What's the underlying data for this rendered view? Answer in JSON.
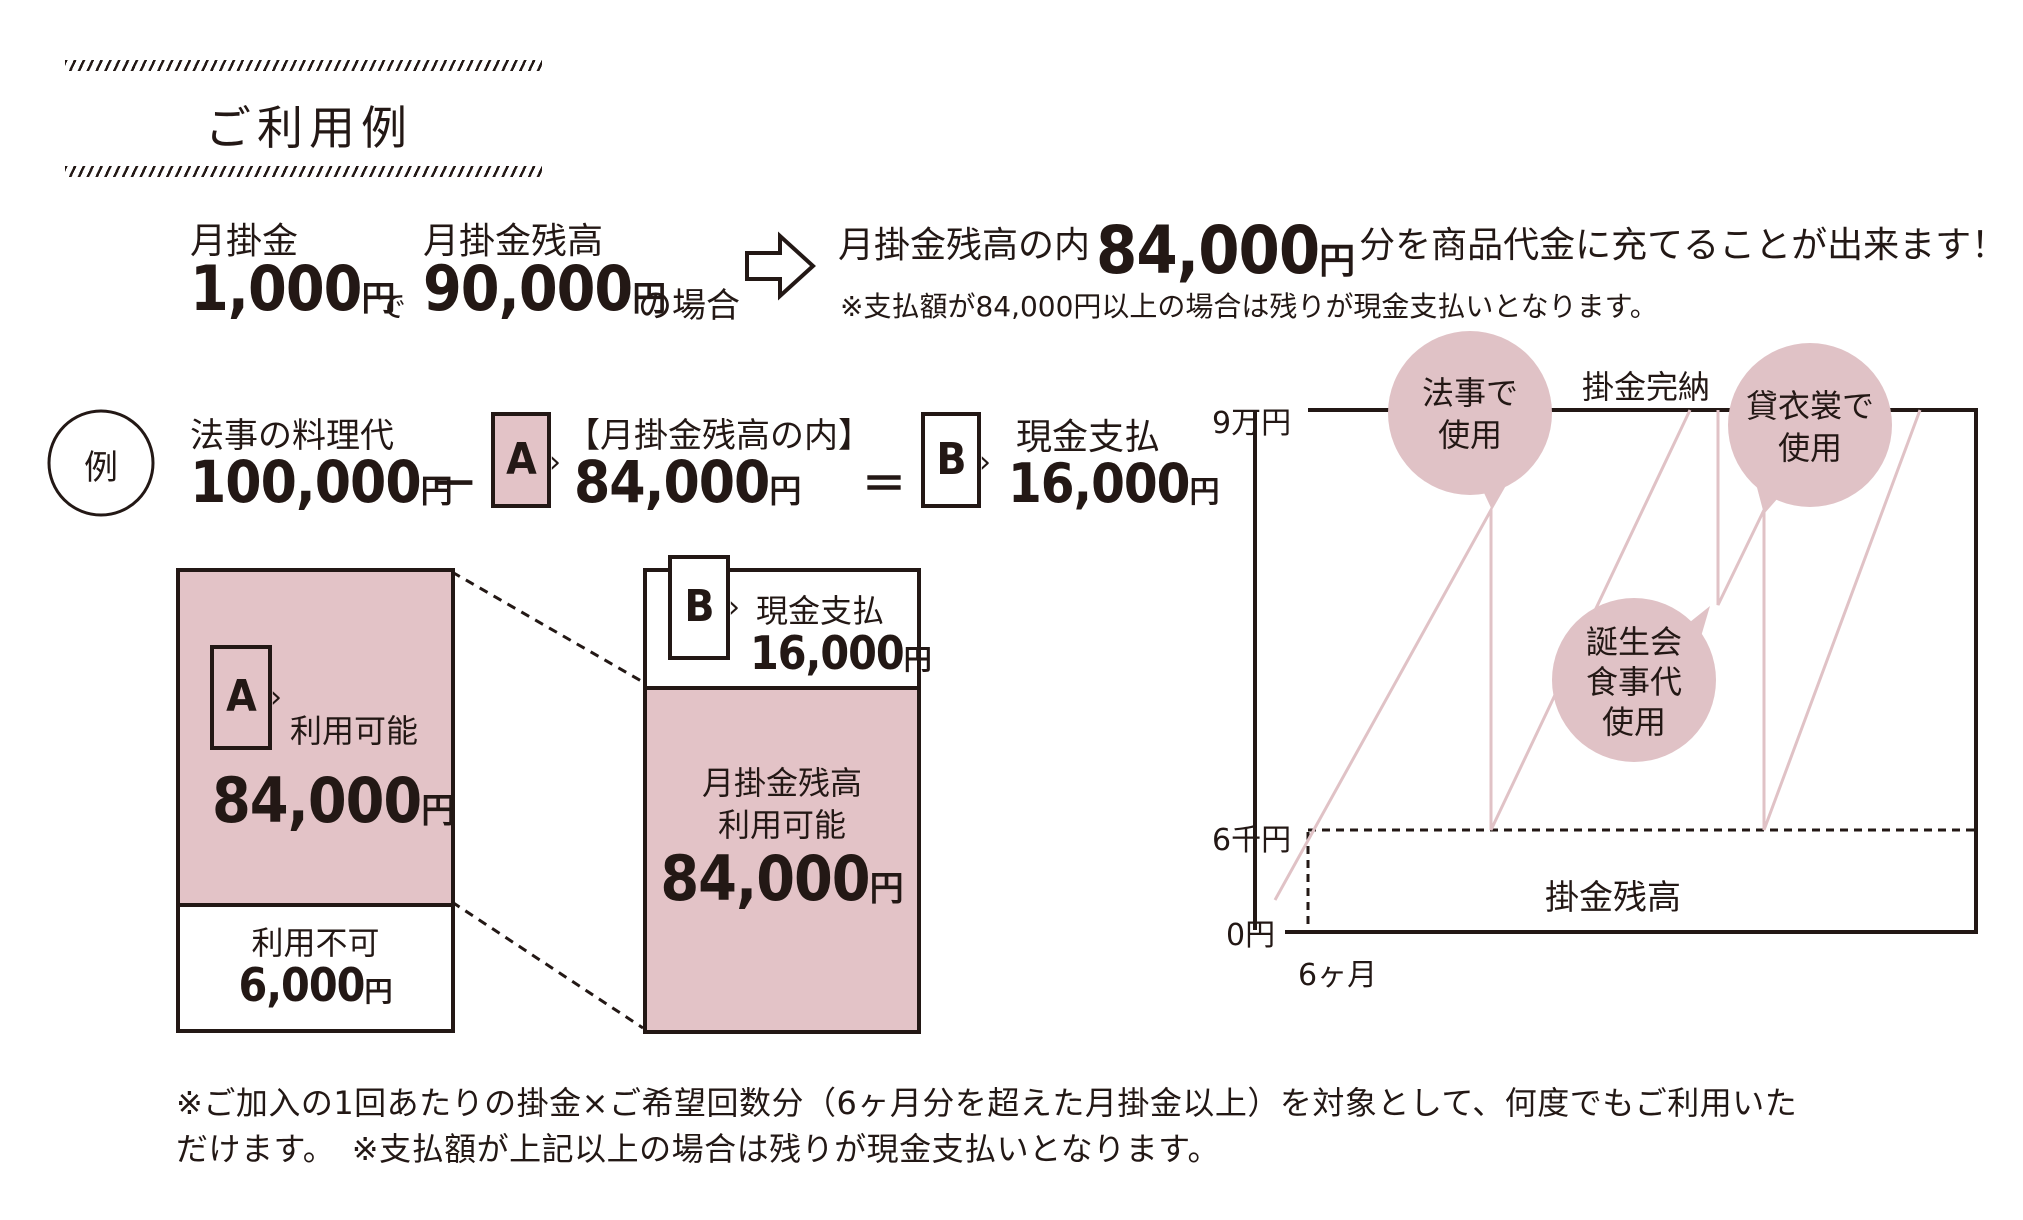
{
  "section_title": "ご利用例",
  "intro": {
    "monthly_label": "月掛金",
    "monthly_amount": "1,000",
    "yen": "円",
    "de": "で",
    "balance_label": "月掛金残高",
    "balance_amount": "90,000",
    "case_suffix": "の場合",
    "result_prefix": "月掛金残高の内",
    "result_amount": "84,000",
    "result_suffix": "分を商品代金に充てることが出来ます！",
    "note": "※支払額が84,000円以上の場合は残りが現金支払いとなります。"
  },
  "example": {
    "badge": "例",
    "item_label": "法事の料理代",
    "item_amount": "100,000",
    "minus": "－",
    "equals": "＝",
    "a_letter": "A",
    "b_letter": "B",
    "a_label": "【月掛金残高の内】",
    "a_amount": "84,000",
    "b_label": "現金支払",
    "b_amount": "16,000"
  },
  "left_bar": {
    "a_letter": "A",
    "available_label": "利用可能",
    "available_amount": "84,000",
    "unavailable_label": "利用不可",
    "unavailable_amount": "6,000"
  },
  "right_bar": {
    "b_letter": "B",
    "cash_label": "現金支払",
    "cash_amount": "16,000",
    "balance_label_1": "月掛金残高",
    "balance_label_2": "利用可能",
    "balance_amount": "84,000"
  },
  "graph": {
    "y_top": "9万円",
    "y_mid": "6千円",
    "y_bottom": "0円",
    "x_label": "6ヶ月",
    "complete_label": "掛金完納",
    "balance_area_label": "掛金残高",
    "bubble1_line1": "法事で",
    "bubble1_line2": "使用",
    "bubble2_line1": "貸衣裳で",
    "bubble2_line2": "使用",
    "bubble3_line1": "誕生会",
    "bubble3_line2": "食事代",
    "bubble3_line3": "使用"
  },
  "footnote_line1": "※ご加入の1回あたりの掛金×ご希望回数分（6ヶ月分を超えた月掛金以上）を対象として、何度でもご利用いた",
  "footnote_line2": "だけます。　※支払額が上記以上の場合は残りが現金支払いとなります。",
  "colors": {
    "pink": "#e3c3c7",
    "ink": "#231815",
    "line_pink": "#e0c2c6"
  }
}
